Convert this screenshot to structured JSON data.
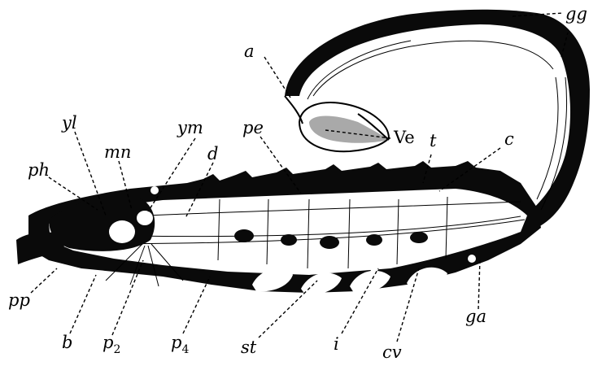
{
  "labels": {
    "gg": "gg",
    "a": "a",
    "ve": "Ve",
    "t": "t",
    "c": "c",
    "yl": "yl",
    "ym": "ym",
    "pe": "pe",
    "mn": "mn",
    "d": "d",
    "ph": "ph",
    "pp": "pp",
    "b": "b",
    "p2": "p",
    "p2_sub": "2",
    "p4": "p",
    "p4_sub": "4",
    "st": "st",
    "i": "i",
    "cv": "cv",
    "ga": "ga"
  }
}
